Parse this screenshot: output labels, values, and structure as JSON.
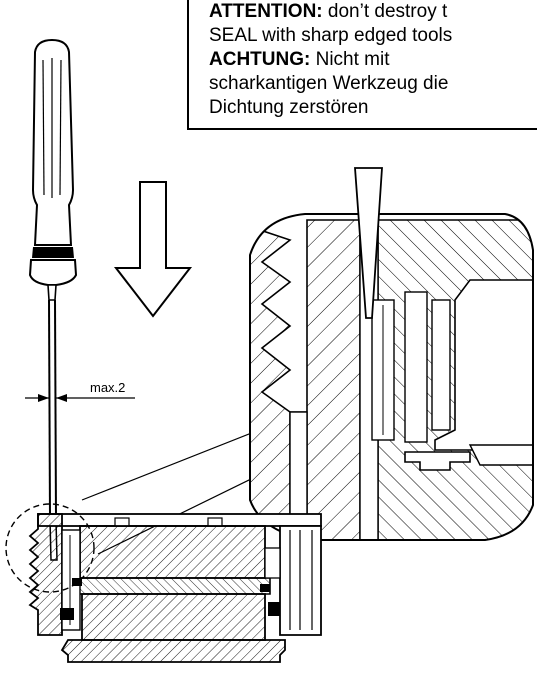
{
  "notice": {
    "attention_label": "ATTENTION:",
    "attention_text_1": " don’t destroy t",
    "attention_text_2": "SEAL with sharp edged tools",
    "achtung_label": "ACHTUNG:",
    "achtung_text_1": " Nicht mit",
    "achtung_text_2": "scharkantigen Werkzeug die",
    "achtung_text_3": "Dichtung zerstören"
  },
  "dimension": {
    "label": "max.2"
  }
}
